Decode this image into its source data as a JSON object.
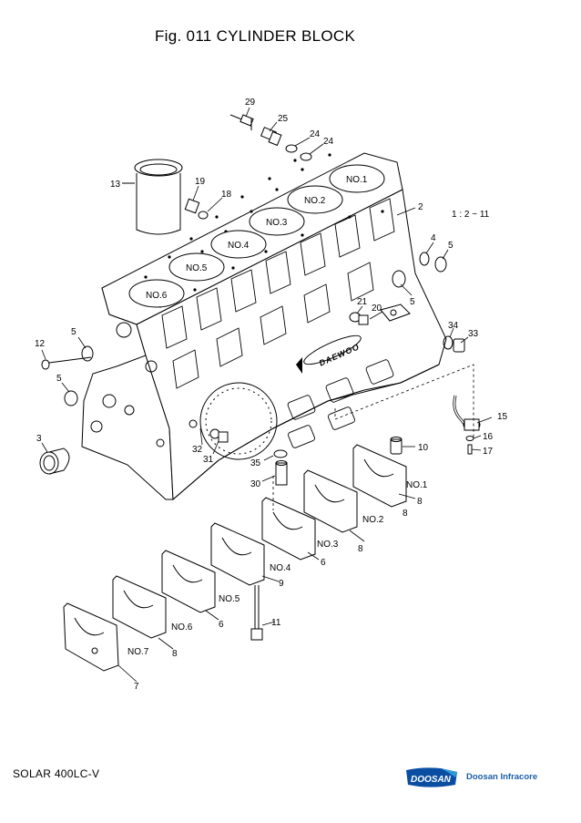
{
  "title": "Fig. 011 CYLINDER BLOCK",
  "model": "SOLAR 400LC-V",
  "brand": {
    "wordmark": "DOOSAN",
    "company": "Doosan Infracore",
    "colors": {
      "primary": "#0a4ea2",
      "accent": "#2a9ad8"
    }
  },
  "block": {
    "cylinders": [
      "NO.1",
      "NO.2",
      "NO.3",
      "NO.4",
      "NO.5",
      "NO.6"
    ],
    "side_logo": "DAEWOO"
  },
  "bearing_caps": [
    "NO.1",
    "NO.2",
    "NO.3",
    "NO.4",
    "NO.5",
    "NO.6",
    "NO.7"
  ],
  "callouts": [
    "29",
    "25",
    "24",
    "24",
    "13",
    "19",
    "18",
    "2",
    "1 : 2 ~ 11",
    "4",
    "5",
    "5",
    "21",
    "20",
    "34",
    "33",
    "5",
    "12",
    "5",
    "3",
    "15",
    "16",
    "17",
    "10",
    "32",
    "31",
    "35",
    "30",
    "8",
    "8",
    "8",
    "6",
    "9",
    "6",
    "11",
    "8",
    "7"
  ]
}
